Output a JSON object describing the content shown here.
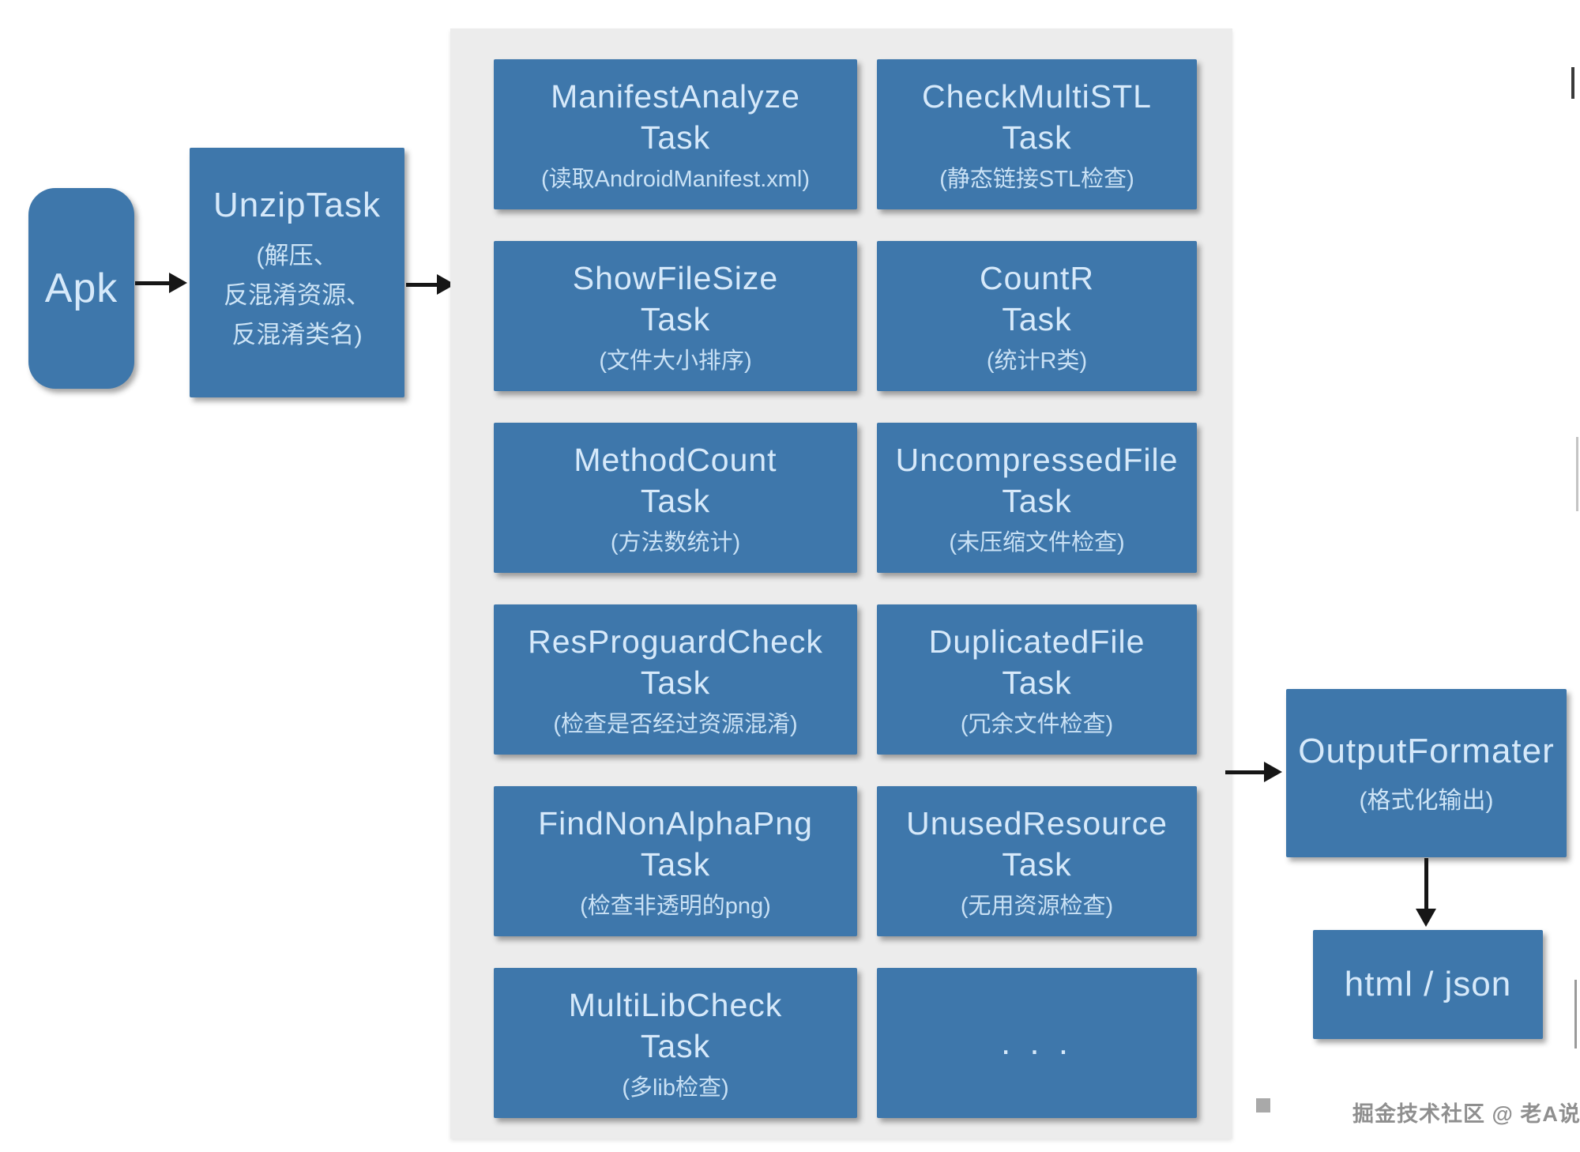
{
  "flow": {
    "apk": {
      "label": "Apk"
    },
    "unzip": {
      "title": "UnzipTask",
      "subtitle_line1": "(解压、",
      "subtitle_line2": "反混淆资源、",
      "subtitle_line3": "反混淆类名)"
    },
    "output_formater": {
      "title": "OutputFormater",
      "subtitle": "(格式化输出)"
    },
    "result": {
      "label": "html / json"
    }
  },
  "tasks": [
    {
      "name": "ManifestAnalyze",
      "type_label": "Task",
      "subtitle": "(读取AndroidManifest.xml)"
    },
    {
      "name": "CheckMultiSTL",
      "type_label": "Task",
      "subtitle": "(静态链接STL检查)"
    },
    {
      "name": "ShowFileSize",
      "type_label": "Task",
      "subtitle": "(文件大小排序)"
    },
    {
      "name": "CountR",
      "type_label": "Task",
      "subtitle": "(统计R类)"
    },
    {
      "name": "MethodCount",
      "type_label": "Task",
      "subtitle": "(方法数统计)"
    },
    {
      "name": "UncompressedFile",
      "type_label": "Task",
      "subtitle": "(未压缩文件检查)"
    },
    {
      "name": "ResProguardCheck",
      "type_label": "Task",
      "subtitle": "(检查是否经过资源混淆)"
    },
    {
      "name": "DuplicatedFile",
      "type_label": "Task",
      "subtitle": "(冗余文件检查)"
    },
    {
      "name": "FindNonAlphaPng",
      "type_label": "Task",
      "subtitle": "(检查非透明的png)"
    },
    {
      "name": "UnusedResource",
      "type_label": "Task",
      "subtitle": "(无用资源检查)"
    },
    {
      "name": "MultiLibCheck",
      "type_label": "Task",
      "subtitle": "(多lib检查)"
    },
    {
      "name": ". . .",
      "type_label": "",
      "subtitle": ""
    }
  ],
  "watermark": {
    "text": "掘金技术社区 @ 老A说"
  },
  "colors": {
    "node_blue": "#3e77ab",
    "node_text": "#d6e9fa",
    "panel_gray": "#ececec",
    "arrow_black": "#161616"
  }
}
